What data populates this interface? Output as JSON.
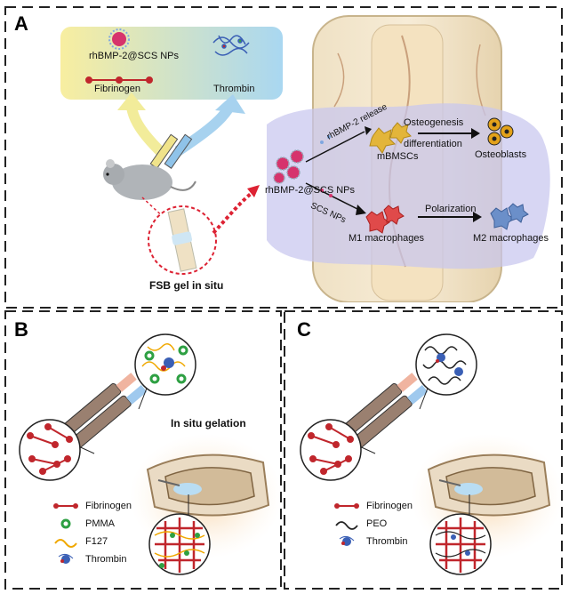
{
  "panels": {
    "a": {
      "letter": "A",
      "top_box": {
        "item1": "rhBMP-2@SCS NPs",
        "item2": "Fibrinogen",
        "item3": "Thrombin"
      },
      "bottom_label": "FSB gel in situ",
      "pathway": {
        "nps": "rhBMP-2@SCS NPs",
        "release": "rhBMP-2 release",
        "mbmscs": "mBMSCs",
        "osteo_line1": "Osteogenesis",
        "osteo_line2": "differentiation",
        "osteoblasts": "Osteoblasts",
        "scs": "SCS NPs",
        "m1": "M1 macrophages",
        "polarization": "Polarization",
        "m2": "M2 macrophages"
      }
    },
    "b": {
      "letter": "B",
      "gelation": "In situ gelation",
      "legend": [
        "Fibrinogen",
        "PMMA",
        "F127",
        "Thrombin"
      ]
    },
    "c": {
      "letter": "C",
      "legend": [
        "Fibrinogen",
        "PEO",
        "Thrombin"
      ]
    }
  },
  "colors": {
    "fibrinogen": "#c0262c",
    "pmma": "#2ea043",
    "f127": "#f0a800",
    "thrombin": "#3a5fb5",
    "np": "#d6336c",
    "osteoblast": "#e3a21a",
    "macrophage": "#e04a4a",
    "m2": "#6b8fc9"
  }
}
